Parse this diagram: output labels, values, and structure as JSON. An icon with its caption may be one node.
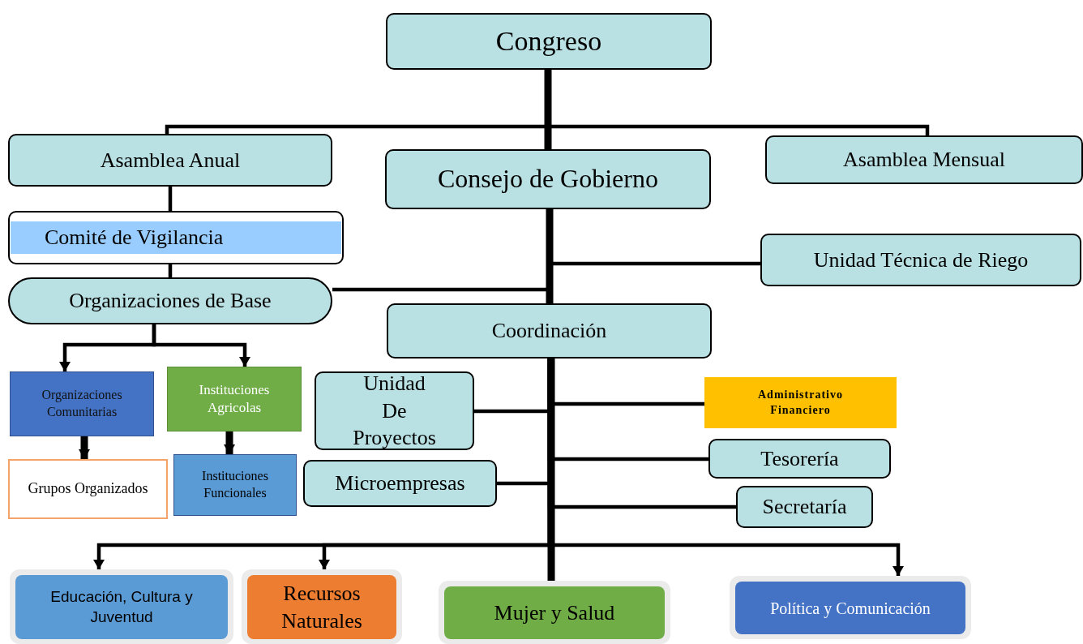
{
  "diagram": {
    "nodes": [
      {
        "text": [
          "Congreso"
        ]
      },
      {
        "text": [
          "Asamblea Anual"
        ]
      },
      {
        "text": [
          "Consejo de Gobierno"
        ]
      },
      {
        "text": [
          "Asamblea Mensual"
        ]
      },
      {
        "text": [
          "Comité de Vigilancia"
        ]
      },
      {
        "text": [
          "Unidad Técnica de Riego"
        ]
      },
      {
        "text": [
          "Organizaciones de Base"
        ]
      },
      {
        "text": [
          "Coordinación"
        ]
      },
      {
        "text": [
          "Organizaciones Comunitarias"
        ]
      },
      {
        "text": [
          "Instituciones Agricolas"
        ]
      },
      {
        "text": [
          "Unidad De Proyectos"
        ]
      },
      {
        "text": [
          "Administrativo Financiero"
        ]
      },
      {
        "text": [
          "Tesorería"
        ]
      },
      {
        "text": [
          "Microempresas"
        ]
      },
      {
        "text": [
          "Secretaría"
        ]
      },
      {
        "text": [
          "Grupos Organizados"
        ]
      },
      {
        "text": [
          "Instituciones Funcionales"
        ]
      },
      {
        "text": [
          "Educación, Cultura y Juventud"
        ]
      },
      {
        "text": [
          "Recursos Naturales"
        ]
      },
      {
        "text": [
          "Mujer y Salud"
        ]
      },
      {
        "text": [
          "Política y Comunicación"
        ]
      }
    ],
    "edges": [
      {
        "from": 0,
        "to": 1,
        "arrow": "none"
      },
      {
        "from": 0,
        "to": 3,
        "arrow": "none"
      },
      {
        "from": 0,
        "to": 2,
        "arrow": "none",
        "style": "thick"
      },
      {
        "from": 1,
        "to": 4,
        "arrow": "none"
      },
      {
        "from": 4,
        "to": 6,
        "arrow": "none"
      },
      {
        "from": 2,
        "to": 5,
        "arrow": "none"
      },
      {
        "from": 6,
        "to": 2,
        "arrow": "none"
      },
      {
        "from": 2,
        "to": 7,
        "arrow": "none",
        "style": "thick"
      },
      {
        "from": 6,
        "to": 8,
        "arrow": "to"
      },
      {
        "from": 6,
        "to": 9,
        "arrow": "to"
      },
      {
        "from": 8,
        "to": 15,
        "arrow": "to",
        "style": "thick"
      },
      {
        "from": 9,
        "to": 16,
        "arrow": "to",
        "style": "thick"
      },
      {
        "from": 7,
        "to": 10,
        "arrow": "none"
      },
      {
        "from": 7,
        "to": 11,
        "arrow": "none"
      },
      {
        "from": 7,
        "to": 12,
        "arrow": "none"
      },
      {
        "from": 7,
        "to": 13,
        "arrow": "none"
      },
      {
        "from": 7,
        "to": 14,
        "arrow": "none"
      },
      {
        "from": 7,
        "to": 17,
        "arrow": "to"
      },
      {
        "from": 7,
        "to": 18,
        "arrow": "to"
      },
      {
        "from": 7,
        "to": 19,
        "arrow": "none",
        "style": "thick"
      },
      {
        "from": 7,
        "to": 20,
        "arrow": "to"
      }
    ]
  }
}
